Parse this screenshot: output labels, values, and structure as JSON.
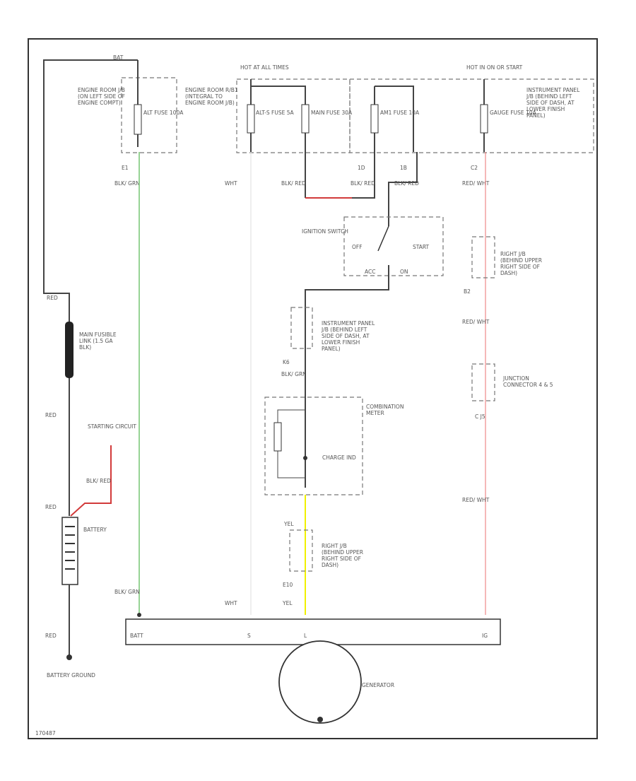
{
  "diagram": {
    "labels": {
      "batt_top": "BAT",
      "hot_at_all_times": "HOT AT ALL TIMES",
      "hot_in_on_start": "HOT IN ON OR START",
      "engine_room_jb_left": "ENGINE ROOM J/B (ON LEFT SIDE OF ENGINE COMPT)",
      "alt_fuse_main": "ALT FUSE 100A",
      "engine_room_rb": "ENGINE ROOM R/B1 (INTEGRAL TO ENGINE ROOM J/B)",
      "alts_fuse": "ALT-S FUSE 5A",
      "main_fuse": "MAIN FUSE 30A",
      "am_fuse": "AM1 FUSE 10A",
      "gauge_fuse": "GAUGE FUSE 10A",
      "instrument_panel_jb": "INSTRUMENT PANEL J/B (BEHIND LEFT SIDE OF DASH, AT LOWER FINISH PANEL)",
      "conn_e1": "E1",
      "conn_1d": "1D",
      "conn_1b": "1B",
      "conn_c2": "C2",
      "wire_blk_grn_top": "BLK/ GRN",
      "wire_wht_top": "WHT",
      "wire_blk_red_a": "BLK/ RED",
      "wire_blk_red_b": "BLK/ RED",
      "wire_red_wht_top": "RED/ WHT",
      "ignition_switch": "IGNITION SWITCH",
      "ign_off": "OFF",
      "ign_start": "START",
      "ign_acc": "ACC",
      "ign_on": "ON",
      "right_jb_upper": "RIGHT J/B (BEHIND UPPER RIGHT SIDE OF DASH)",
      "conn_b2": "B2",
      "wire_red_wht_mid": "RED/ WHT",
      "junction_connector": "JUNCTION CONNECTOR 4 & 5",
      "conn_1j": "C J5",
      "instrument_panel_jb2": "INSTRUMENT PANEL J/B (BEHIND LEFT SIDE OF DASH, AT LOWER FINISH PANEL)",
      "conn_k6": "K6",
      "wire_blk_grn_mid": "BLK/ GRN",
      "combination_meter": "COMBINATION METER",
      "charge_ind": "CHARGE IND",
      "wire_yel_a": "YEL",
      "right_jb_lower": "RIGHT J/B (BEHIND UPPER RIGHT SIDE OF DASH)",
      "conn_e10": "E10",
      "wire_yel_b": "YEL",
      "wire_red_wht_low": "RED/ WHT",
      "main_fusible_link": "MAIN FUSIBLE LINK (1.5 GA BLK)",
      "wire_red_a": "RED",
      "starting_circuit": "STARTING CIRCUIT",
      "wire_blk_red_c": "BLK/ RED",
      "wire_red_b": "RED",
      "battery": "BATTERY",
      "wire_blk_grn_low": "BLK/ GRN",
      "wire_wht_low": "WHT",
      "wire_red_c": "RED",
      "battery_ground": "BATTERY GROUND",
      "gen_batt": "BATT",
      "gen_s": "S",
      "gen_l": "L",
      "gen_ig": "IG",
      "generator": "GENERATOR",
      "figure_code": "170487"
    },
    "colors": {
      "wire_green": "#7dc87a",
      "wire_red": "#d23a3a",
      "wire_yellow": "#f0f000",
      "wire_white": "#cfcfcf",
      "ink": "#333333"
    }
  }
}
